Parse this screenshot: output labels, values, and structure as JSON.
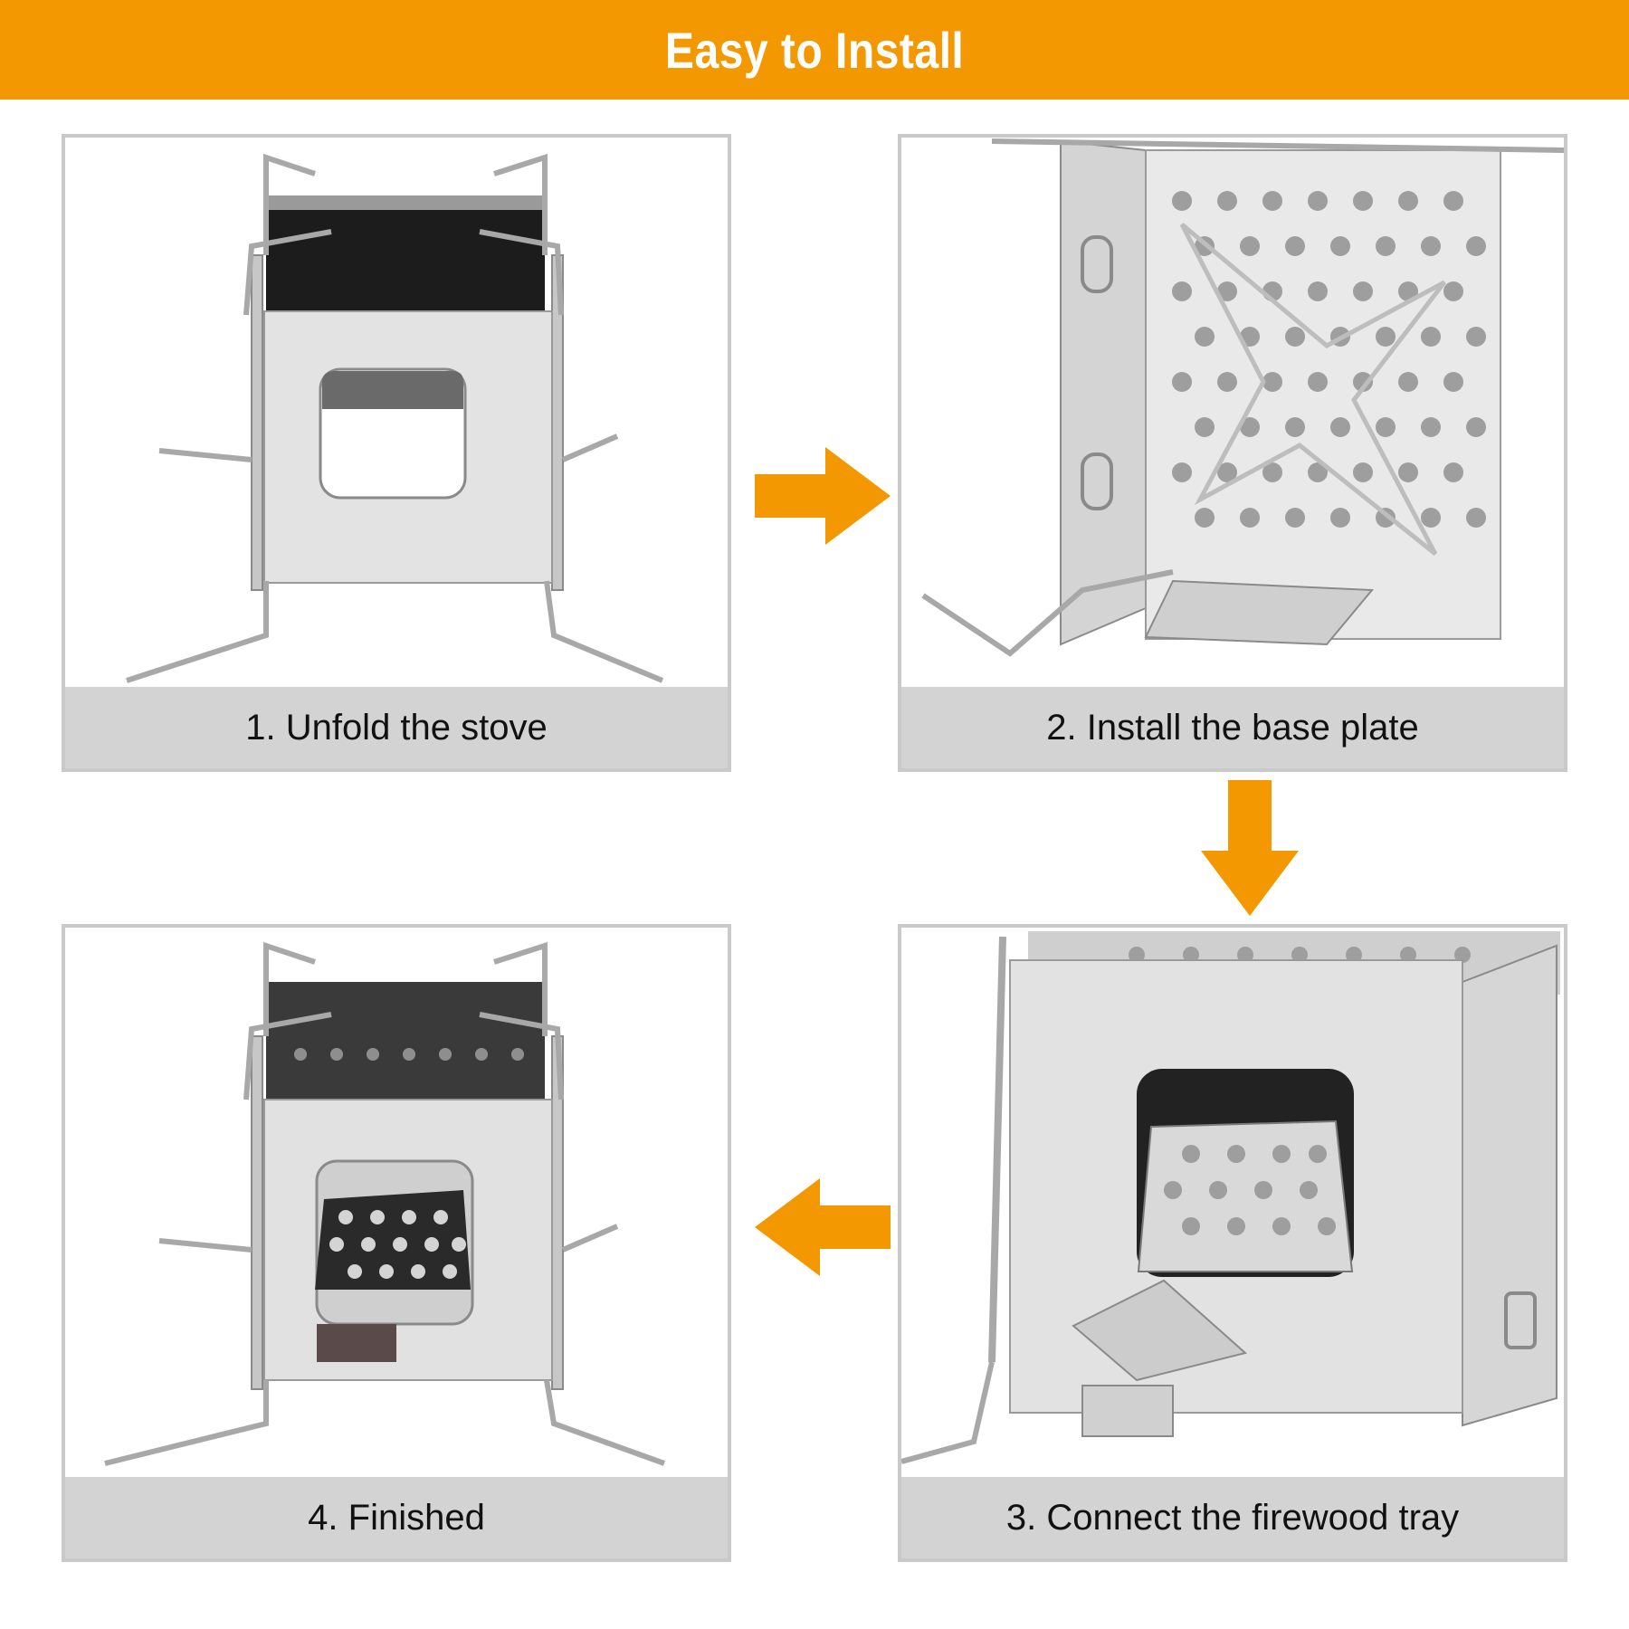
{
  "banner": {
    "title": "Easy to Install"
  },
  "colors": {
    "accent": "#F39800",
    "caption_background": "#D3D3D3",
    "card_border": "#C9C9C9",
    "caption_text": "#111111",
    "steel_light": "#E6E6E6",
    "steel_mid": "#B8B8B8",
    "steel_dark": "#7A7A7A"
  },
  "steps": [
    {
      "caption": "1. Unfold the stove"
    },
    {
      "caption": "2. Install the base plate"
    },
    {
      "caption": "3. Connect the firewood tray"
    },
    {
      "caption": "4. Finished"
    }
  ],
  "arrows": [
    {
      "icon": "arrow-right-icon"
    },
    {
      "icon": "arrow-down-icon"
    },
    {
      "icon": "arrow-left-icon"
    }
  ]
}
